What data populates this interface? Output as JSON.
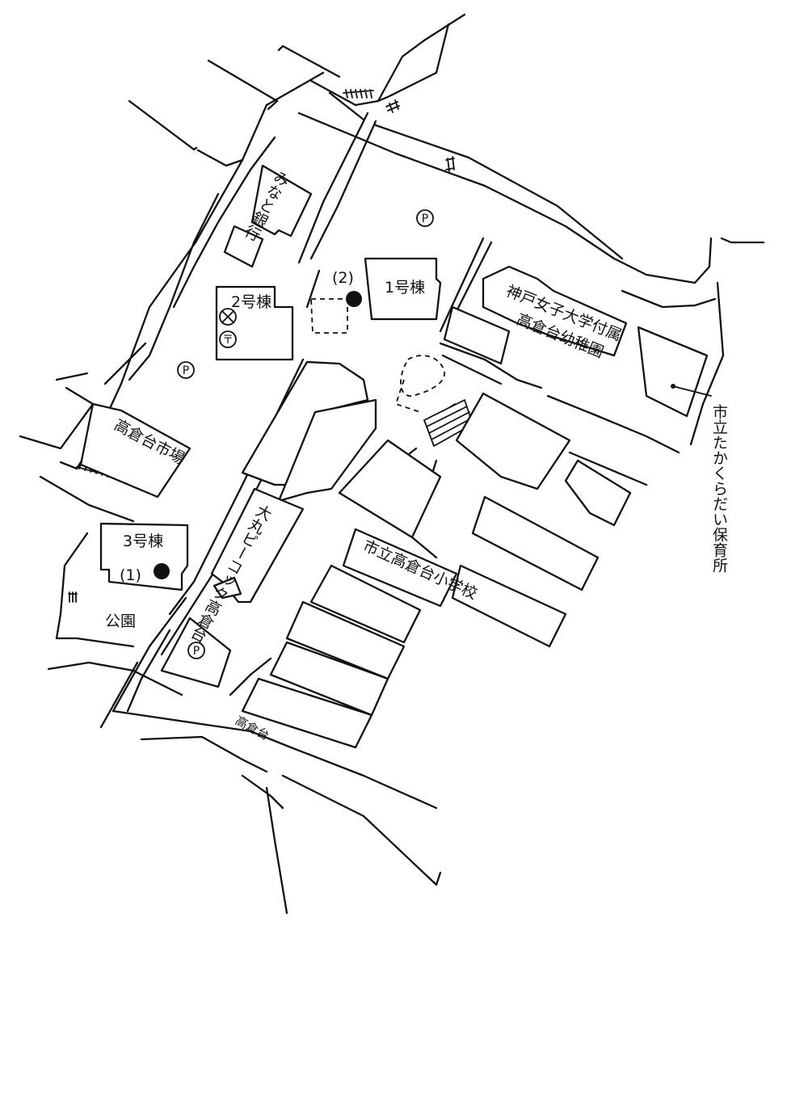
{
  "map": {
    "labels": {
      "minato_bank": "みなと銀行",
      "bldg1": "1号棟",
      "bldg2": "2号棟",
      "bldg3": "3号棟",
      "market": "高倉台市場",
      "daimaru": "大丸ピーコック高倉台",
      "school": "市立高倉台小学校",
      "kindergarten_line1": "神戸女子大学付属",
      "kindergarten_line2": "高倉台幼稚園",
      "nursery": "市立たかくらだい保育所",
      "park": "公園",
      "bus_stop": "高倉台",
      "marker1": "(1)",
      "marker2": "(2)",
      "parking": "P",
      "post_office": "〒"
    }
  }
}
